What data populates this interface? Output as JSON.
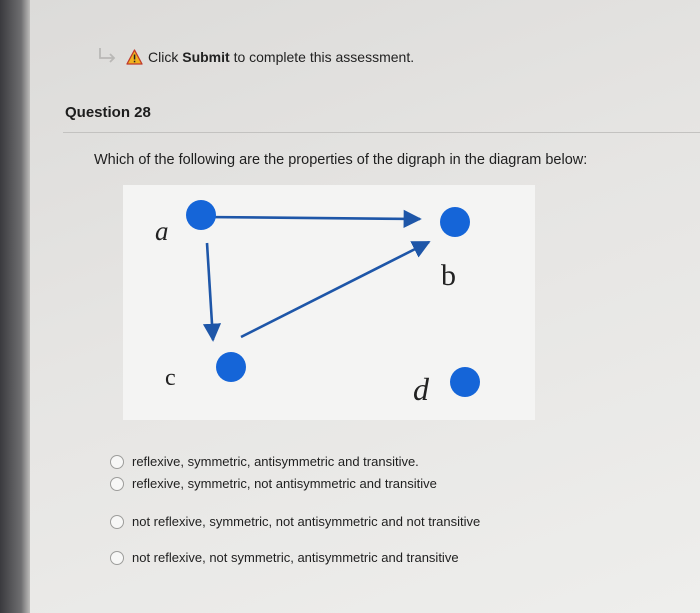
{
  "notice": {
    "prefix": "Click ",
    "emphasis": "Submit",
    "suffix": " to complete this assessment."
  },
  "question": {
    "title": "Question 28",
    "prompt": "Which of the following are the properties of the digraph in the diagram below:"
  },
  "diagram": {
    "node_color": "#1565d8",
    "edge_color": "#1e56a8",
    "nodes": [
      "a",
      "b",
      "c",
      "d"
    ],
    "labels": {
      "a": "a",
      "b": "b",
      "c": "c",
      "d": "d"
    },
    "edges": [
      [
        "a",
        "b"
      ],
      [
        "a",
        "c"
      ],
      [
        "c",
        "b"
      ]
    ]
  },
  "options": [
    {
      "label": "reflexive, symmetric, antisymmetric and transitive.",
      "selected": false
    },
    {
      "label": "reflexive, symmetric, not antisymmetric and transitive",
      "selected": false
    },
    {
      "label": "not reflexive, symmetric, not antisymmetric and not transitive",
      "selected": false
    },
    {
      "label": "not reflexive, not symmetric, antisymmetric and transitive",
      "selected": false
    }
  ]
}
